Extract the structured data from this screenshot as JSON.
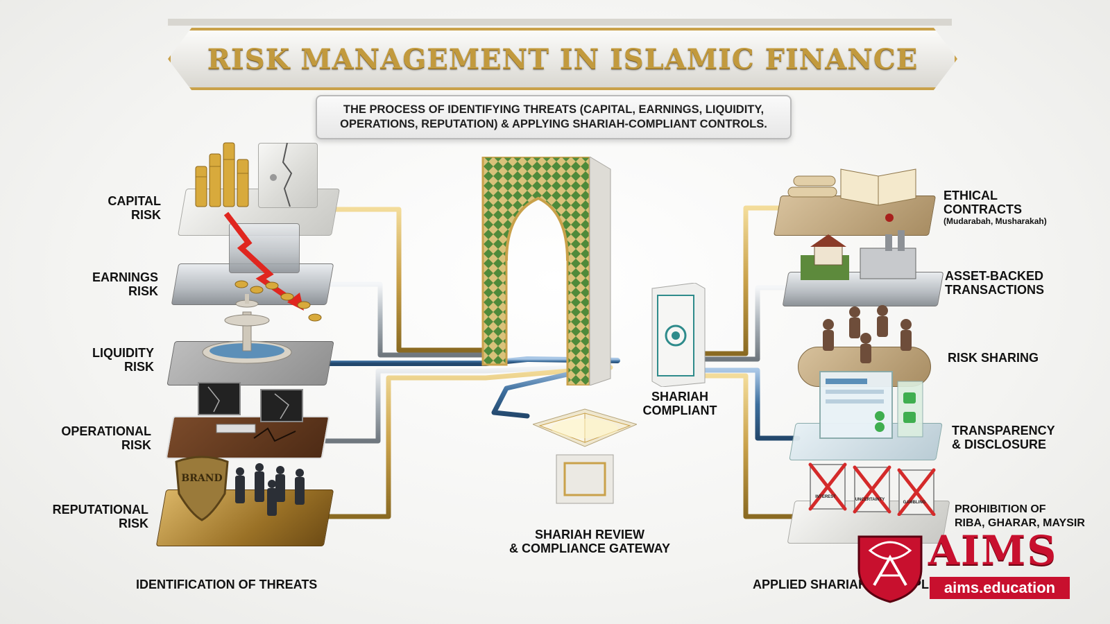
{
  "header": {
    "title": "RISK MANAGEMENT IN ISLAMIC FINANCE",
    "subtitle_line1": "THE PROCESS OF IDENTIFYING THREATS (CAPITAL, EARNINGS, LIQUIDITY,",
    "subtitle_line2": "OPERATIONS, REPUTATION) & APPLYING SHARIAH-COMPLIANT CONTROLS."
  },
  "left": {
    "section_label": "IDENTIFICATION OF THREATS",
    "risks": [
      {
        "line1": "CAPITAL",
        "line2": "RISK"
      },
      {
        "line1": "EARNINGS",
        "line2": "RISK"
      },
      {
        "line1": "LIQUIDITY",
        "line2": "RISK"
      },
      {
        "line1": "OPERATIONAL",
        "line2": "RISK"
      },
      {
        "line1": "REPUTATIONAL",
        "line2": "RISK"
      }
    ],
    "brand_shield": "BRAND"
  },
  "center": {
    "gateway_line1": "SHARIAH REVIEW",
    "gateway_line2": "& COMPLIANCE GATEWAY",
    "compliant_line1": "SHARIAH",
    "compliant_line2": "COMPLIANT"
  },
  "right": {
    "section_label": "APPLIED SHARIAH PRINCIPLES",
    "principles": [
      {
        "line1": "ETHICAL",
        "line2": "CONTRACTS",
        "note": "(Mudarabah, Musharakah)"
      },
      {
        "line1": "ASSET-BACKED",
        "line2": "TRANSACTIONS"
      },
      {
        "line1": "RISK SHARING",
        "line2": ""
      },
      {
        "line1": "TRANSPARENCY",
        "line2": "& DISCLOSURE"
      },
      {
        "line1": "PROHIBITION OF",
        "line2": "RIBA, GHARAR, MAYSIR"
      }
    ],
    "prohibited_tags": [
      "INTEREST",
      "UNCERTAINTY",
      "GAMBLING"
    ]
  },
  "logo": {
    "name": "AIMS",
    "url": "aims.education"
  },
  "colors": {
    "gold": "#c9a14a",
    "steel": "#9aa3ab",
    "blue": "#3d6f9e",
    "brand_red": "#c8102e",
    "islamic_green": "#4f8a3a"
  }
}
